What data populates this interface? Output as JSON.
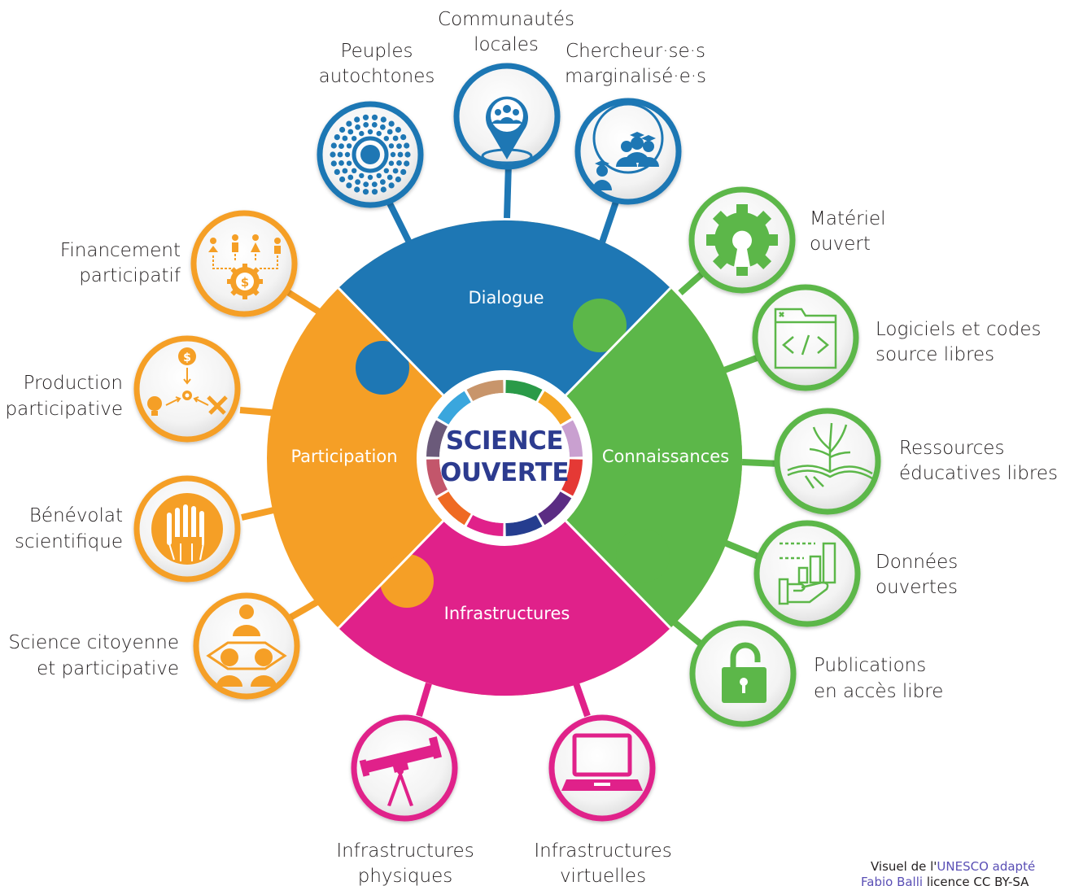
{
  "colors": {
    "dialogue": "#1e77b4",
    "connaissances": "#5cb749",
    "infrastructures": "#e0218a",
    "participation": "#f59f26"
  },
  "center": {
    "line1": "SCIENCE",
    "line2": "OUVERTE"
  },
  "segments": {
    "dialogue": "Dialogue",
    "connaissances": "Connaissances",
    "infrastructures": "Infrastructures",
    "participation": "Participation"
  },
  "nodes": {
    "peuples": {
      "l1": "Peuples",
      "l2": "autochtones",
      "icon": "concentric-dots-icon"
    },
    "communautes": {
      "l1": "Communautés",
      "l2": "locales",
      "icon": "community-pin-icon"
    },
    "chercheurs": {
      "l1": "Chercheur·se·s",
      "l2": "marginalisé·e·s",
      "icon": "graduates-icon"
    },
    "materiel": {
      "l1": "Matériel",
      "l2": "ouvert",
      "icon": "open-hardware-gear-icon"
    },
    "logiciels": {
      "l1": "Logiciels et codes",
      "l2": "source libres",
      "icon": "code-window-icon"
    },
    "ressources": {
      "l1": "Ressources",
      "l2": "éducatives libres",
      "icon": "open-book-plant-icon"
    },
    "donnees": {
      "l1": "Données",
      "l2": "ouvertes",
      "icon": "data-hand-chart-icon"
    },
    "publications": {
      "l1": "Publications",
      "l2": "en accès libre",
      "icon": "open-padlock-icon"
    },
    "physiques": {
      "l1": "Infrastructures",
      "l2": "physiques",
      "icon": "telescope-icon"
    },
    "virtuelles": {
      "l1": "Infrastructures",
      "l2": "virtuelles",
      "icon": "laptop-icon"
    },
    "financement": {
      "l1": "Financement",
      "l2": "participatif",
      "icon": "crowdfunding-icon"
    },
    "production": {
      "l1": "Production",
      "l2": "participative",
      "icon": "crowdsourcing-icon"
    },
    "benevolat": {
      "l1": "Bénévolat",
      "l2": "scientifique",
      "icon": "raised-hands-icon"
    },
    "citoyenne": {
      "l1": "Science citoyenne",
      "l2": "et participative",
      "icon": "people-group-icon"
    }
  },
  "credit": {
    "prefix": "Visuel de l'",
    "link1": "UNESCO adapté",
    "link2": "Fabio Balli",
    "suffix": " licence CC BY-SA"
  }
}
